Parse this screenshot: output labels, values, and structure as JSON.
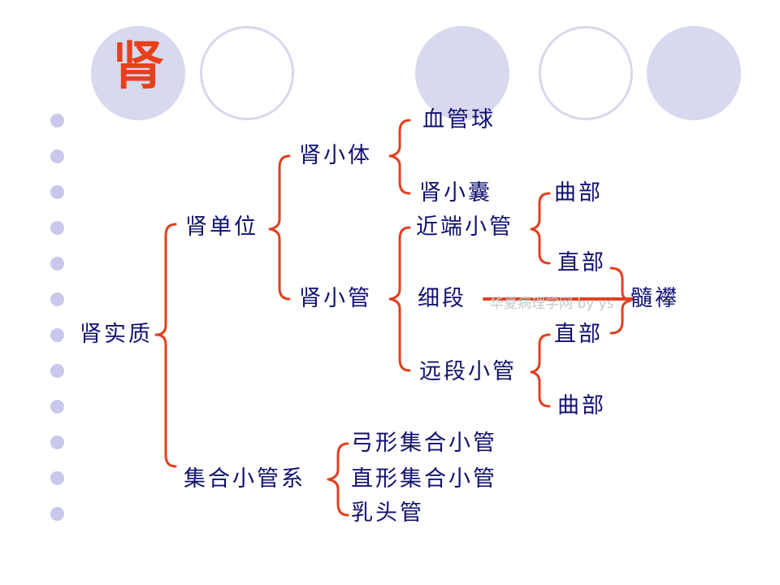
{
  "title": "肾",
  "watermark": "华夏病理学网 by ys",
  "nodes": {
    "root": "肾实质",
    "unit": "肾单位",
    "collecting": "集合小管系",
    "corpuscle": "肾小体",
    "tubule": "肾小管",
    "glomerulus": "血管球",
    "capsule": "肾小囊",
    "proximal": "近端小管",
    "thin": "细段",
    "distal": "远段小管",
    "prox_curved": "曲部",
    "prox_straight": "直部",
    "dist_straight": "直部",
    "dist_curved": "曲部",
    "medullary_loop": "髓襻",
    "arched": "弓形集合小管",
    "straight_collecting": "直形集合小管",
    "papillary": "乳头管"
  },
  "colors": {
    "accent": "#e8401c",
    "text": "#101070",
    "circle": "#d8d8ee"
  }
}
